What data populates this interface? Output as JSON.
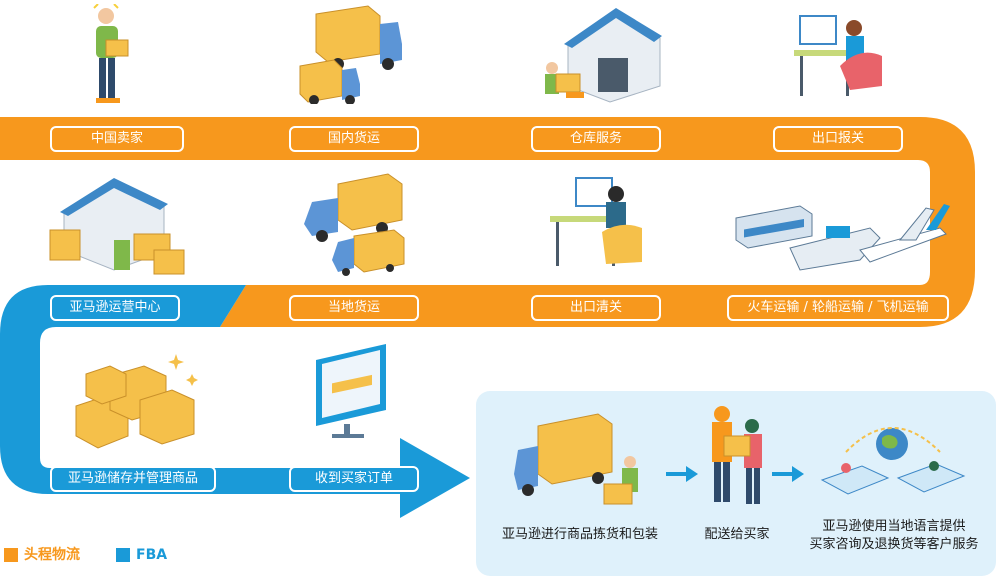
{
  "colors": {
    "orange": "#f7981d",
    "blue": "#1a9ad8",
    "panel": "#dff1fb",
    "white": "#ffffff"
  },
  "row1": [
    "中国卖家",
    "国内货运",
    "仓库服务",
    "出口报关"
  ],
  "row2": [
    "亚马逊运营中心",
    "当地货运",
    "出口清关",
    "火车运输 / 轮船运输 / 飞机运输"
  ],
  "row3": [
    "亚马逊储存并管理商品",
    "收到买家订单"
  ],
  "panel": {
    "step1": "亚马逊进行商品拣货和包装",
    "step2": "配送给买家",
    "step3_line1": "亚马逊使用当地语言提供",
    "step3_line2": "买家咨询及退换货等客户服务"
  },
  "legend": {
    "first_mile": "头程物流",
    "fba": "FBA"
  }
}
